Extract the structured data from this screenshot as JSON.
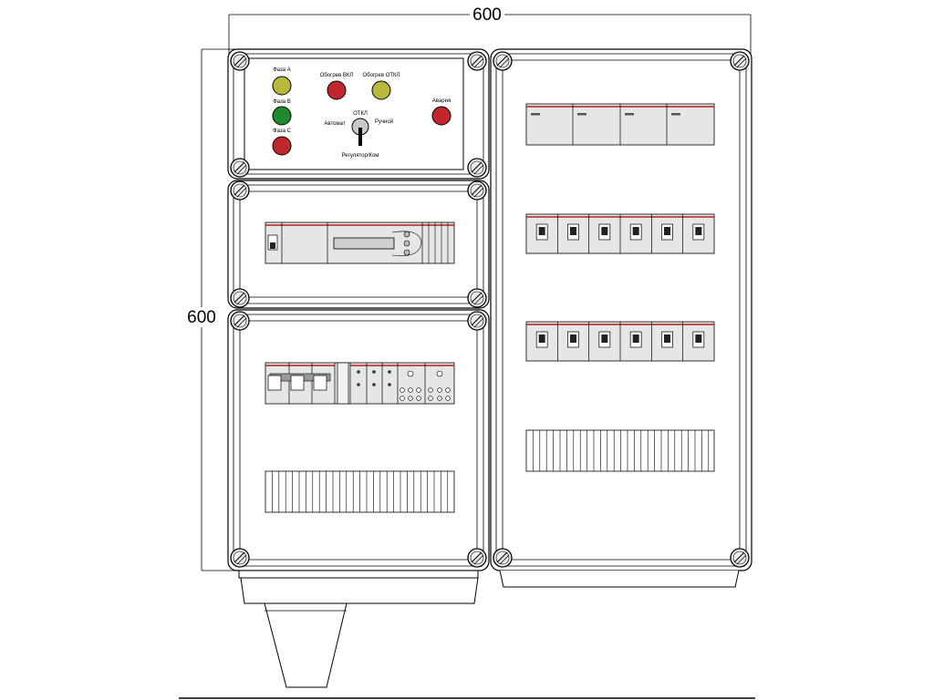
{
  "dimensions": {
    "width_label": "600",
    "height_label": "600"
  },
  "control_panel": {
    "lamps": [
      {
        "label": "Фаза А",
        "color": "#b8b83c"
      },
      {
        "label": "Фаза В",
        "color": "#1f8a2c"
      },
      {
        "label": "Фаза С",
        "color": "#c0262a"
      }
    ],
    "buttons": [
      {
        "label": "Обогрев ВКЛ",
        "color": "#c0262a"
      },
      {
        "label": "Обогрев ОТКЛ",
        "color": "#b8b83c"
      },
      {
        "label": "Авария",
        "color": "#c0262a"
      }
    ],
    "selector": {
      "top_label": "ОТКЛ",
      "left_label": "Автомат",
      "right_label": "Ручной",
      "bottom_label": "Регулятор/Ком"
    }
  },
  "colors": {
    "stroke": "#000000",
    "frame_fill": "#ffffff",
    "module_fill": "#e6e6e6",
    "module_stripe": "#b02020",
    "screw_fill": "#ececec"
  }
}
